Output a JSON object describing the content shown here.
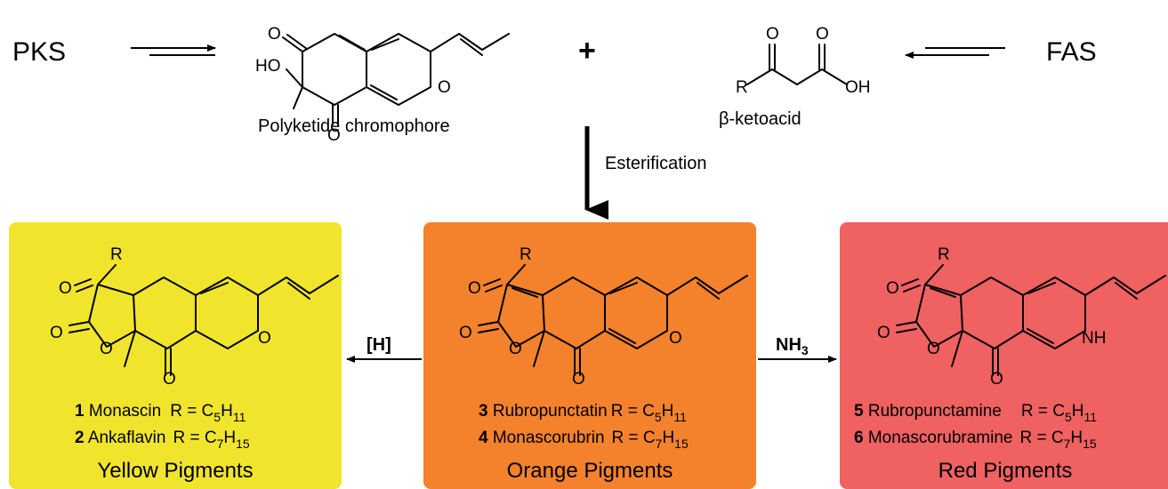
{
  "top": {
    "pks": "PKS",
    "fas": "FAS",
    "plus": "+",
    "chromophore_caption": "Polyketide chromophore",
    "ketoacid_caption": "β-ketoacid",
    "esterification": "Esterification"
  },
  "atoms": {
    "O": "O",
    "HO": "HO",
    "OH": "OH",
    "R": "R",
    "NH": "NH"
  },
  "reactions": {
    "reduction": "[H]",
    "amination": "NH",
    "amination_sub": "3"
  },
  "panels": {
    "yellow": {
      "color": "#f0e52c",
      "title": "Yellow Pigments",
      "compounds": [
        {
          "num": "1",
          "name": "Monascin",
          "formula": "R = C",
          "c_sub": "5",
          "h": "H",
          "h_sub": "11"
        },
        {
          "num": "2",
          "name": "Ankaflavin",
          "formula": "R = C",
          "c_sub": "7",
          "h": "H",
          "h_sub": "15"
        }
      ]
    },
    "orange": {
      "color": "#f4822c",
      "title": "Orange Pigments",
      "compounds": [
        {
          "num": "3",
          "name": "Rubropunctatin",
          "formula": "R = C",
          "c_sub": "5",
          "h": "H",
          "h_sub": "11"
        },
        {
          "num": "4",
          "name": "Monascorubrin",
          "formula": "R = C",
          "c_sub": "7",
          "h": "H",
          "h_sub": "15"
        }
      ]
    },
    "red": {
      "color": "#f06161",
      "title": "Red Pigments",
      "compounds": [
        {
          "num": "5",
          "name": "Rubropunctamine",
          "formula": "R = C",
          "c_sub": "5",
          "h": "H",
          "h_sub": "11"
        },
        {
          "num": "6",
          "name": "Monascorubramine",
          "formula": "R = C",
          "c_sub": "7",
          "h": "H",
          "h_sub": "15"
        }
      ]
    }
  }
}
